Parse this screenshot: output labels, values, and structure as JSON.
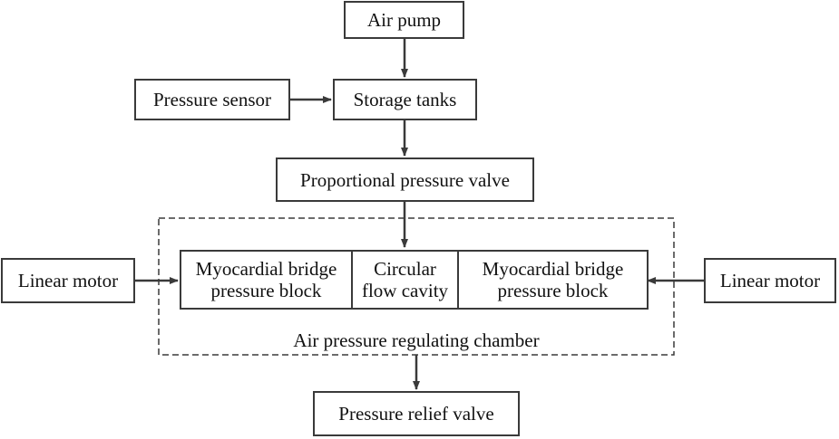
{
  "nodes": {
    "air_pump": "Air pump",
    "pressure_sensor": "Pressure sensor",
    "storage_tanks": "Storage tanks",
    "proportional_valve": "Proportional pressure valve",
    "linear_motor_left": "Linear motor",
    "myocardial_block_left": "Myocardial bridge pressure block",
    "circular_cavity": "Circular flow cavity",
    "myocardial_block_right": "Myocardial bridge pressure block",
    "linear_motor_right": "Linear motor",
    "pressure_relief_valve": "Pressure relief valve"
  },
  "chamber": {
    "label": "Air pressure regulating chamber"
  },
  "colors": {
    "line": "#3a3a3a",
    "text": "#111111",
    "background": "#ffffff"
  }
}
